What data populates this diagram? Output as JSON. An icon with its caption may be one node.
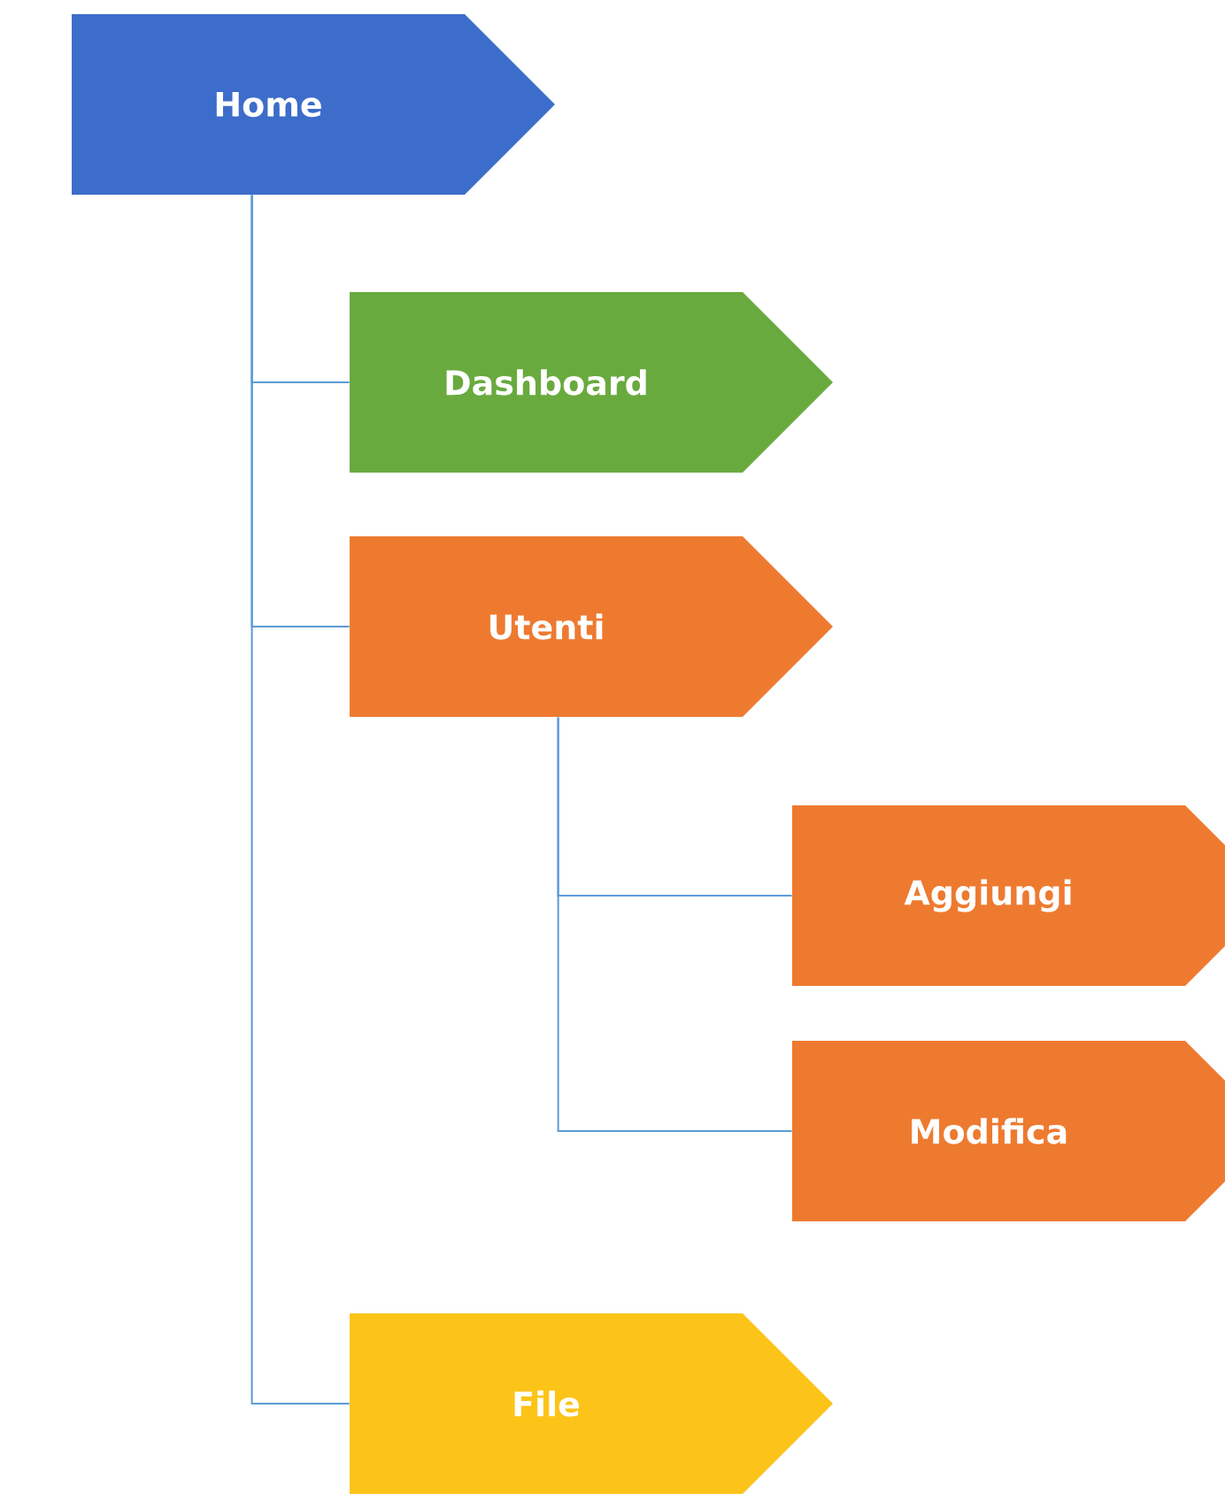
{
  "diagram": {
    "nodes": [
      {
        "text": [
          "Home"
        ]
      },
      {
        "text": [
          "Dashboard"
        ]
      },
      {
        "text": [
          "Utenti"
        ]
      },
      {
        "text": [
          "Aggiungi"
        ]
      },
      {
        "text": [
          "Modifica"
        ]
      },
      {
        "text": [
          "File"
        ]
      }
    ],
    "edges": [
      {
        "from": 0,
        "to": 1,
        "arrow": "none"
      },
      {
        "from": 0,
        "to": 2,
        "arrow": "none"
      },
      {
        "from": 2,
        "to": 3,
        "arrow": "none"
      },
      {
        "from": 2,
        "to": 4,
        "arrow": "none"
      },
      {
        "from": 0,
        "to": 5,
        "arrow": "none"
      }
    ]
  }
}
